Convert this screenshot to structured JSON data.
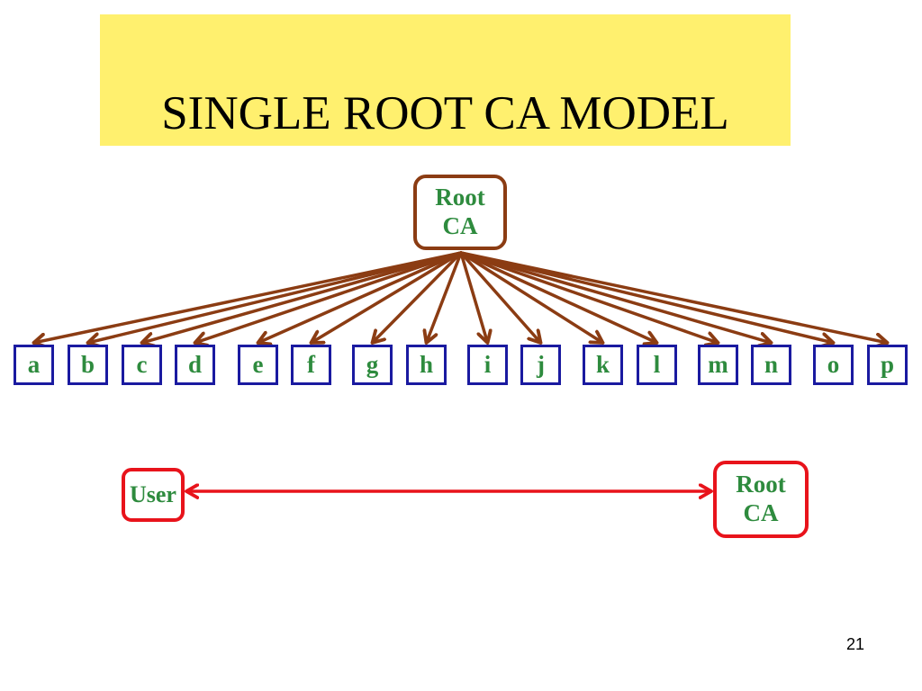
{
  "title": "SINGLE ROOT CA MODEL",
  "root_ca": {
    "line1": "Root",
    "line2": "CA"
  },
  "subordinates": [
    "a",
    "b",
    "c",
    "d",
    "e",
    "f",
    "g",
    "h",
    "i",
    "j",
    "k",
    "l",
    "m",
    "n",
    "o",
    "p"
  ],
  "user_link": {
    "user_label": "User",
    "root_line1": "Root",
    "root_line2": "CA"
  },
  "slide_number": "21",
  "colors": {
    "title_background": "#fff06e",
    "tree_connector": "#8b3c13",
    "leaf_border": "#1a1aa0",
    "label_text": "#2e8b3e",
    "user_link": "#e8131b"
  }
}
